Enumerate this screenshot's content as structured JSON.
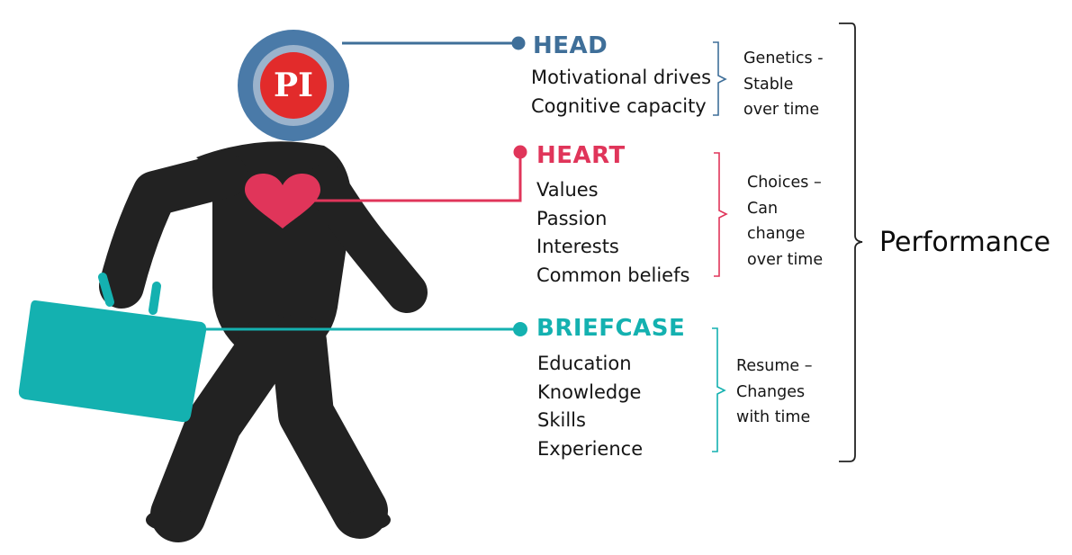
{
  "colors": {
    "head": "#3f6f99",
    "heart": "#e0355a",
    "briefcase": "#14b1b0",
    "figure": "#222222",
    "logo": "#e22b2b"
  },
  "logo": {
    "text": "PI"
  },
  "sections": {
    "head": {
      "title": "HEAD",
      "items": [
        "Motivational drives",
        "Cognitive capacity"
      ],
      "note": [
        "Genetics -",
        "Stable",
        "over time"
      ]
    },
    "heart": {
      "title": "HEART",
      "items": [
        "Values",
        "Passion",
        "Interests",
        "Common beliefs"
      ],
      "note": [
        "Choices –",
        "Can",
        "change",
        "over time"
      ]
    },
    "briefcase": {
      "title": "BRIEFCASE",
      "items": [
        "Education",
        "Knowledge",
        "Skills",
        "Experience"
      ],
      "note": [
        "Resume –",
        "Changes",
        "with time"
      ]
    }
  },
  "summary": {
    "label": "Performance"
  }
}
